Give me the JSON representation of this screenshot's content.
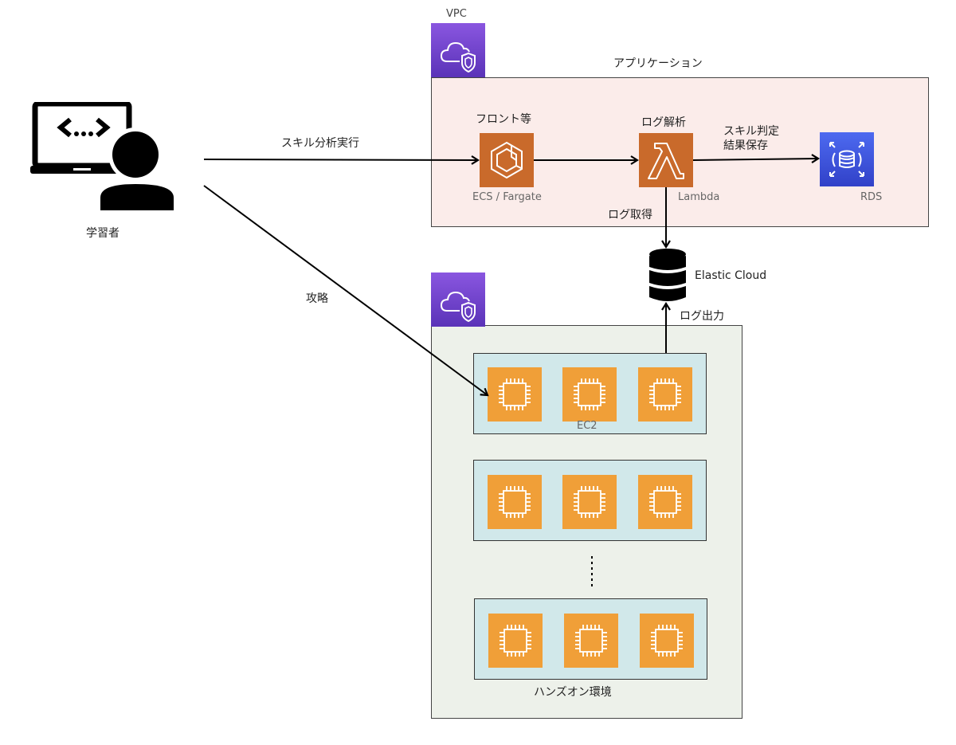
{
  "learner": {
    "label": "学習者",
    "icon": "developer-laptop-person-icon"
  },
  "edges": {
    "skill_analysis": "スキル分析実行",
    "attack": "攻略",
    "log_fetch": "ログ取得",
    "log_output": "ログ出力",
    "save_result_line1": "スキル判定",
    "save_result_line2": "結果保存"
  },
  "vpc_app": {
    "vpc_label": "VPC",
    "group_label": "アプリケーション",
    "icon": "vpc-icon",
    "services": [
      {
        "role": "フロント等",
        "name": "ECS / Fargate",
        "icon": "ecs-fargate-icon",
        "color": "#c96a2b"
      },
      {
        "role": "ログ解析",
        "name": "Lambda",
        "icon": "lambda-icon",
        "color": "#c96a2b"
      },
      {
        "role": "",
        "name": "RDS",
        "icon": "rds-icon",
        "color": "#3b4fd8"
      }
    ]
  },
  "elastic": {
    "name": "Elastic Cloud",
    "icon": "database-icon"
  },
  "vpc_handson": {
    "group_label": "ハンズオン環境",
    "icon": "vpc-icon",
    "instance_label": "EC2",
    "ellipsis": "⋮",
    "groups": [
      {
        "instances": 3
      },
      {
        "instances": 3
      },
      {
        "instances": 3
      }
    ]
  },
  "colors": {
    "app_bg": "#fbecea",
    "handson_bg": "#edf1ea",
    "group_bg": "#d1e8ea",
    "ec2": "#f09f38",
    "compute": "#c96a2b",
    "rds": "#3b4fd8",
    "vpc": "#6c40cc"
  }
}
